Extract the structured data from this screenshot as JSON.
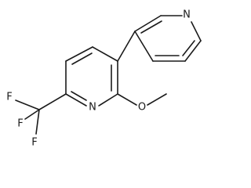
{
  "molecule": {
    "atom_labels": {
      "n_top": "N",
      "n_ring": "N",
      "o_methoxy": "O",
      "f1": "F",
      "f2": "F",
      "f3": "F"
    },
    "colors": {
      "ink": "#1a1a1a",
      "background": "#ffffff"
    }
  }
}
